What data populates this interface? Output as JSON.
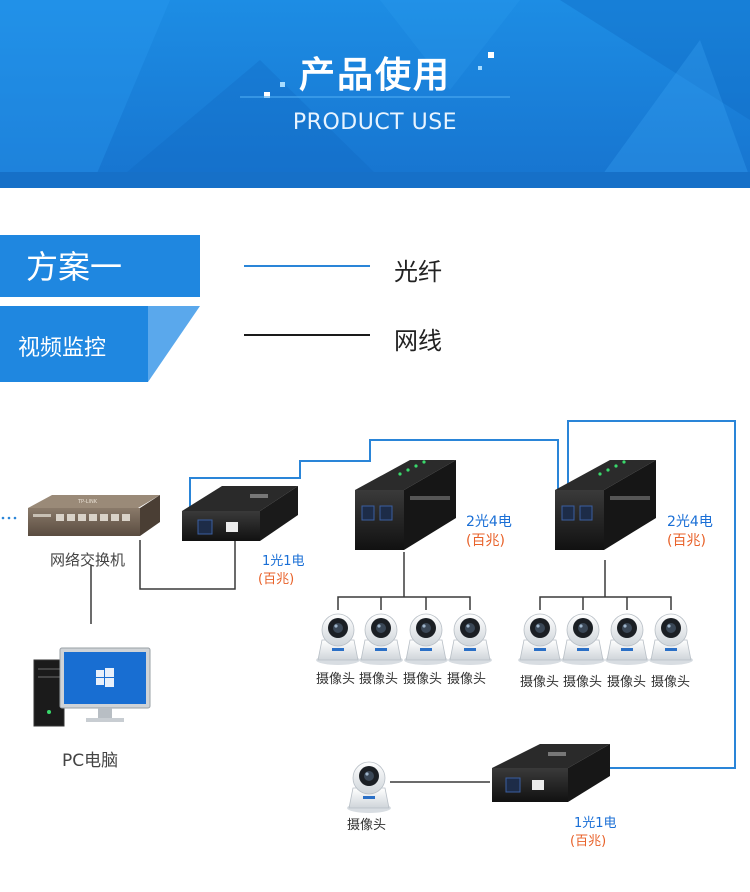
{
  "header": {
    "title": "产品使用",
    "subtitle": "PRODUCT USE"
  },
  "plan": {
    "title": "方案一",
    "subtitle": "视频监控"
  },
  "legend": [
    {
      "label": "光纤",
      "color": "#2a85d8"
    },
    {
      "label": "网线",
      "color": "#1a1a1a"
    }
  ],
  "devices": {
    "switch_label": "网络交换机",
    "switch_brand": "TP-LINK",
    "pc_label": "PC电脑",
    "converter_left": {
      "line1": "1光1电",
      "line2": "(百兆)"
    },
    "converter_mid": {
      "line1": "2光4电",
      "line2": "(百兆)"
    },
    "converter_right": {
      "line1": "2光4电",
      "line2": "(百兆)"
    },
    "converter_bottom": {
      "line1": "1光1电",
      "line2": "(百兆)"
    },
    "camera_label": "摄像头"
  },
  "colors": {
    "brand_blue": "#1f87e0",
    "fiber": "#2a85d8",
    "cable": "#1a1a1a",
    "accent_orange": "#e8622a"
  }
}
